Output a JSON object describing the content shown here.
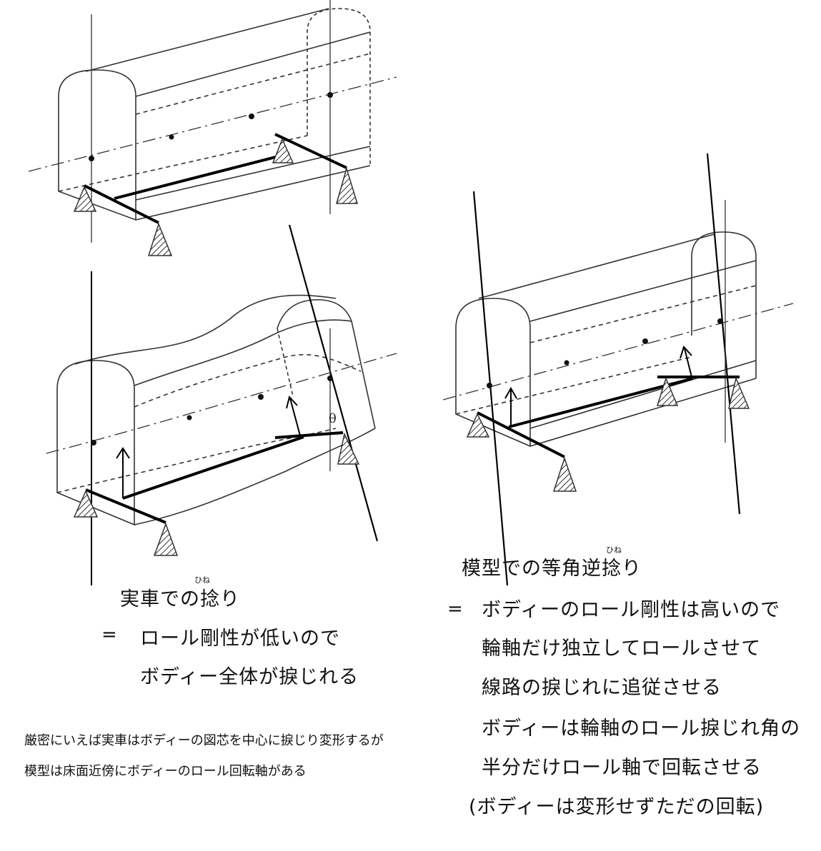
{
  "labels": {
    "left_title": "実車での捻り",
    "left_title_ruby": "ひね",
    "left_eq": "=",
    "left_line1": "ロール剛性が低いので",
    "left_line2": "ボディー全体が捩じれる",
    "right_title": "模型での等角逆捻り",
    "right_title_ruby": "ひね",
    "right_eq": "=",
    "right_line1": "ボディーのロール剛性は高いので",
    "right_line2": "輪軸だけ独立してロールさせて",
    "right_line3": "線路の捩じれに追従させる",
    "right_line4": "ボディーは輪軸のロール捩じれ角の",
    "right_line5": "半分だけロール軸で回転させる",
    "right_line6": "(ボディーは変形せずただの回転)",
    "note_line1": "厳密にいえば実車はボディーの図芯を中心に捩じり変形するが",
    "note_line2": "模型は床面近傍にボディーのロール回転軸がある"
  },
  "annotations": {
    "theta": "θ"
  }
}
